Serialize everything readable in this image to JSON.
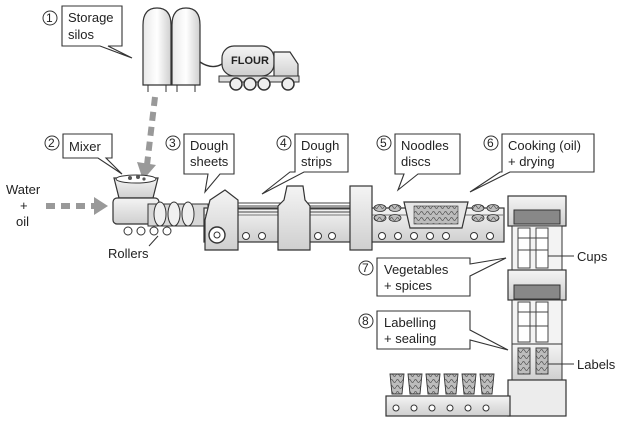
{
  "steps": [
    {
      "num": "1",
      "line1": "Storage",
      "line2": "silos"
    },
    {
      "num": "2",
      "line1": "Mixer",
      "line2": ""
    },
    {
      "num": "3",
      "line1": "Dough",
      "line2": "sheets"
    },
    {
      "num": "4",
      "line1": "Dough",
      "line2": "strips"
    },
    {
      "num": "5",
      "line1": "Noodles",
      "line2": "discs"
    },
    {
      "num": "6",
      "line1": "Cooking (oil)",
      "line2": "+ drying"
    },
    {
      "num": "7",
      "line1": "Vegetables",
      "line2": "+ spices"
    },
    {
      "num": "8",
      "line1": "Labelling",
      "line2": "+ sealing"
    }
  ],
  "labels": {
    "truck": "FLOUR",
    "water_1": "Water",
    "water_2": "+",
    "water_3": "oil",
    "rollers": "Rollers",
    "cups": "Cups",
    "labels_part": "Labels"
  }
}
